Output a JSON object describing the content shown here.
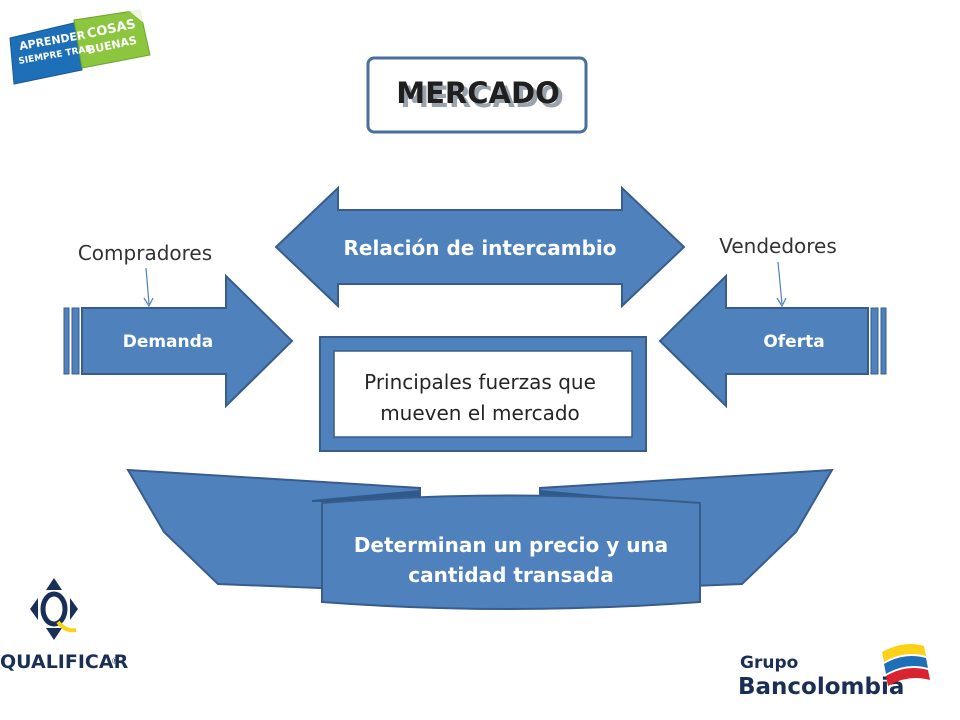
{
  "title": "MERCADO",
  "badge": {
    "line1": "APRENDER",
    "line2": "SIEMPRE TRAE",
    "line3": "COSAS",
    "line4": "BUENAS"
  },
  "exchange_label": "Relación de intercambio",
  "buyers_label": "Compradores",
  "sellers_label": "Vendedores",
  "demand_label": "Demanda",
  "supply_label": "Oferta",
  "center": {
    "line1": "Principales fuerzas que",
    "line2": "mueven el mercado"
  },
  "result": {
    "line1": "Determinan un precio y una",
    "line2": "cantidad transada"
  },
  "qualificar": {
    "name": "QUALIFICAR",
    "mark": "®"
  },
  "bancolombia": {
    "line1": "Grupo",
    "line2": "Bancolombia"
  },
  "colors": {
    "shape_fill": "#4F81BD",
    "shape_stroke": "#385D8A",
    "title_border": "#4A6F9C",
    "title_text": "#1F1F1F",
    "badge_blue": "#1D6FB8",
    "badge_green": "#8CC63F",
    "yellow": "#FDD116",
    "red": "#D9232E",
    "dark": "#1A2F55"
  }
}
